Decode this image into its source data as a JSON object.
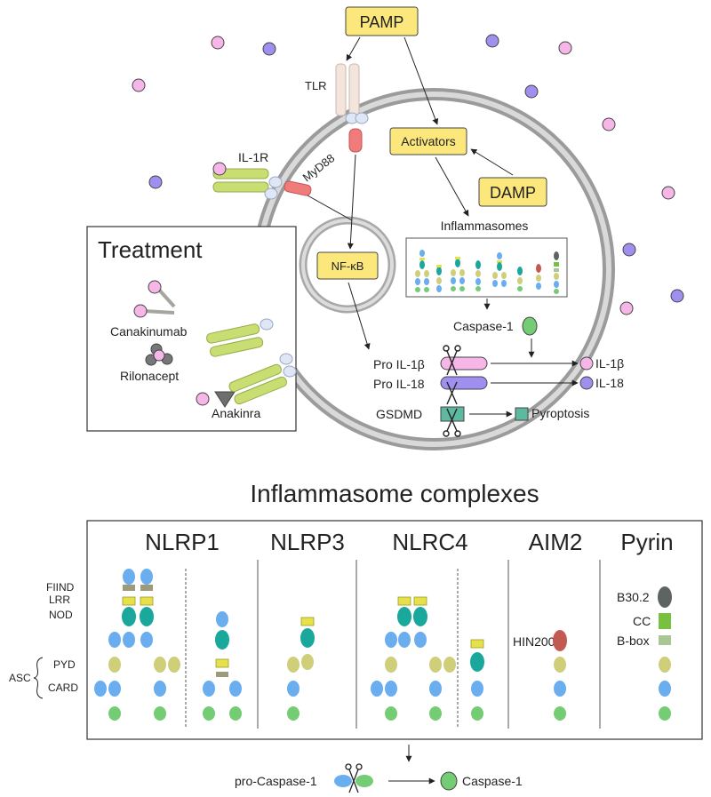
{
  "labels": {
    "pamp": "PAMP",
    "damp": "DAMP",
    "activators": "Activators",
    "tlr": "TLR",
    "il1r": "IL-1R",
    "myd88": "MyD88",
    "nfkb": "NF-κB",
    "inflammasomes": "Inflammasomes",
    "caspase1": "Caspase-1",
    "pro_il1b": "Pro IL-1β",
    "pro_il18": "Pro IL-18",
    "gsdmd": "GSDMD",
    "il1b": "IL-1β",
    "il18": "IL-18",
    "pyroptosis": "Pyroptosis"
  },
  "treatment": {
    "title": "Treatment",
    "drugs": [
      "Canakinumab",
      "Rilonacept",
      "Anakinra"
    ]
  },
  "complexes": {
    "title": "Inflammasome complexes",
    "names": [
      "NLRP1",
      "NLRP3",
      "NLRC4",
      "AIM2",
      "Pyrin"
    ],
    "domain_labels": {
      "fiind": "FIIND",
      "lrr": "LRR",
      "nod": "NOD",
      "asc": "ASC",
      "pyd": "PYD",
      "card": "CARD",
      "hin200": "HIN200",
      "b302": "B30.2",
      "cc": "CC",
      "bbox": "B-box"
    }
  },
  "bottom": {
    "pro_caspase": "pro-Caspase-1",
    "caspase": "Caspase-1"
  },
  "colors": {
    "label_box": "#fce77d",
    "il1b_pink": "#f7b6e8",
    "il18_purple": "#a18ff0",
    "receptor_green": "#c8de72",
    "myd88_red": "#ef7b7b",
    "card_blue": "#6aaef0",
    "nod_teal": "#1aa79c",
    "pyd_olive": "#cfcf7a",
    "caspase_green": "#74cc74",
    "lrr_yellow": "#e6e04a",
    "fiind_gray": "#9c9a7a",
    "hin_red": "#c25a52",
    "b302_dark": "#5d6461",
    "cc_green": "#78c040",
    "bbox_sage": "#a9c796",
    "gsdmd_teal": "#5fb8a0",
    "tlr_beige": "#f3e4dc"
  }
}
